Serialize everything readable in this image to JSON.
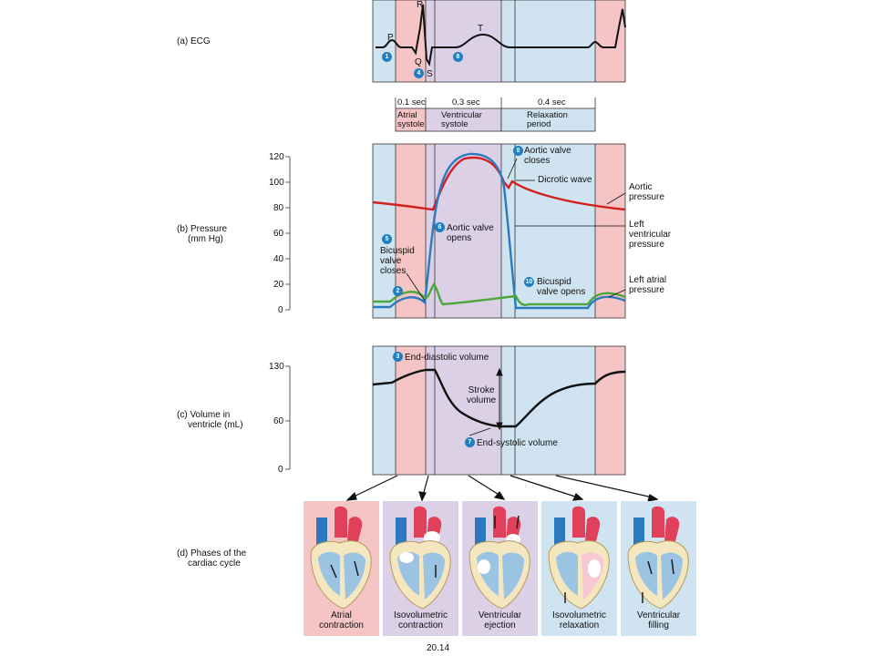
{
  "panels": {
    "ecg": "(a) ECG",
    "pressure": [
      "(b) Pressure",
      "(mm Hg)"
    ],
    "volume": [
      "(c) Volume in",
      "ventricle (mL)"
    ],
    "phases": [
      "(d) Phases of the",
      "cardiac cycle"
    ]
  },
  "ecg_waves": {
    "p": "P",
    "q": "Q",
    "r": "R",
    "s": "S",
    "t": "T"
  },
  "timeline": {
    "durations": [
      "0.1 sec",
      "0.3 sec",
      "0.4 sec"
    ],
    "phases": [
      [
        "Atrial",
        "systole"
      ],
      [
        "Ventricular",
        "systole"
      ],
      [
        "Relaxation",
        "period"
      ]
    ]
  },
  "pressure_axis_ticks": [
    "120",
    "100",
    "80",
    "60",
    "40",
    "20",
    "0"
  ],
  "volume_axis_ticks": [
    "130",
    "60",
    "0"
  ],
  "callouts": {
    "n1": "1",
    "n2": "2",
    "n3": "3",
    "n4": "4",
    "n5": "5",
    "n6": "6",
    "n7": "7",
    "n8": "8",
    "n9": "9",
    "n10": "10",
    "aortic_valve_closes": [
      "Aortic valve",
      "closes"
    ],
    "dicrotic_wave": "Dicrotic wave",
    "aortic_pressure": [
      "Aortic",
      "pressure"
    ],
    "left_ventricular_pressure": [
      "Left",
      "ventricular",
      "pressure"
    ],
    "left_atrial_pressure": [
      "Left atrial",
      "pressure"
    ],
    "aortic_valve_opens": [
      "Aortic valve",
      "opens"
    ],
    "bicuspid_valve_closes": [
      "Bicuspid",
      "valve",
      "closes"
    ],
    "bicuspid_valve_opens": [
      "Bicuspid",
      "valve opens"
    ],
    "end_diastolic_volume": "End-diastolic volume",
    "stroke_volume": [
      "Stroke",
      "volume"
    ],
    "end_systolic_volume": "End-systolic volume"
  },
  "phase_cards": [
    [
      "Atrial",
      "contraction"
    ],
    [
      "Isovolumetric",
      "contraction"
    ],
    [
      "Ventricular",
      "ejection"
    ],
    [
      "Isovolumetric",
      "relaxation"
    ],
    [
      "Ventricular",
      "filling"
    ]
  ],
  "figure_number": "20.14",
  "colors": {
    "atrial_systole_bg": "#f5c4c4",
    "ventricular_systole_bg": "#dcd0e6",
    "relaxation_bg": "#cfe4f0",
    "aortic_pressure": "#d32020",
    "ventricular_pressure": "#2b79bf",
    "atrial_pressure": "#4aa83c",
    "badge": "#1f7fc1"
  }
}
